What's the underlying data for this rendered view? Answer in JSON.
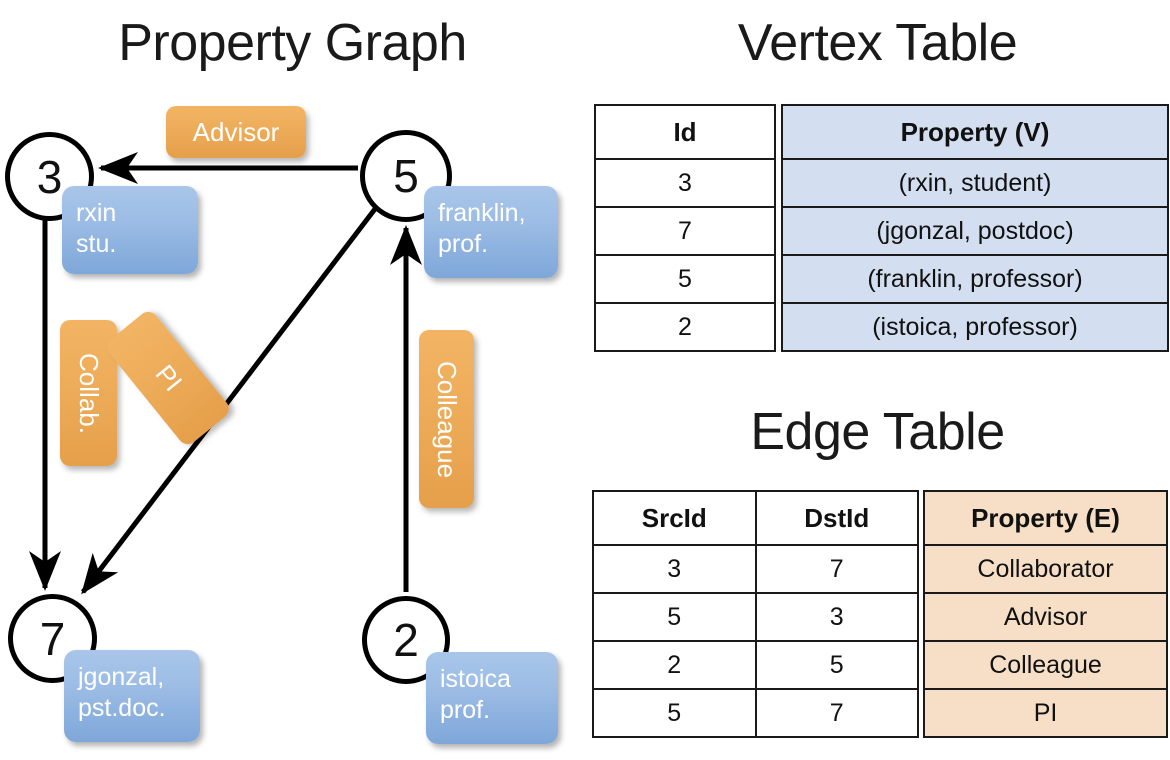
{
  "titles": {
    "property_graph": "Property Graph",
    "vertex_table": "Vertex Table",
    "edge_table": "Edge Table"
  },
  "graph": {
    "nodes": [
      {
        "id": "3",
        "property_label": "rxin\nstu."
      },
      {
        "id": "5",
        "property_label": "franklin,\nprof."
      },
      {
        "id": "7",
        "property_label": "jgonzal,\npst.doc."
      },
      {
        "id": "2",
        "property_label": "istoica\nprof."
      }
    ],
    "node_labels": {
      "n3": "3",
      "n5": "5",
      "n7": "7",
      "n2": "2"
    },
    "property_boxes": {
      "rxin_line1": "rxin",
      "rxin_line2": "stu.",
      "franklin_line1": "franklin,",
      "franklin_line2": "prof.",
      "jgonzal_line1": "jgonzal,",
      "jgonzal_line2": "pst.doc.",
      "istoica_line1": "istoica",
      "istoica_line2": "prof."
    },
    "edge_labels": {
      "advisor": "Advisor",
      "collab": "Collab.",
      "pi": "PI",
      "colleague": "Colleague"
    },
    "edges": [
      {
        "from": "5",
        "to": "3",
        "label": "Advisor"
      },
      {
        "from": "3",
        "to": "7",
        "label": "Collab."
      },
      {
        "from": "5",
        "to": "7",
        "label": "PI"
      },
      {
        "from": "2",
        "to": "5",
        "label": "Colleague"
      }
    ]
  },
  "vertex_table": {
    "headers": [
      "Id",
      "Property (V)"
    ],
    "rows": [
      {
        "id": "3",
        "property": "(rxin, student)"
      },
      {
        "id": "7",
        "property": "(jgonzal, postdoc)"
      },
      {
        "id": "5",
        "property": "(franklin, professor)"
      },
      {
        "id": "2",
        "property": "(istoica, professor)"
      }
    ]
  },
  "edge_table": {
    "headers": [
      "SrcId",
      "DstId",
      "Property (E)"
    ],
    "rows": [
      {
        "src": "3",
        "dst": "7",
        "property": "Collaborator"
      },
      {
        "src": "5",
        "dst": "3",
        "property": "Advisor"
      },
      {
        "src": "2",
        "dst": "5",
        "property": "Colleague"
      },
      {
        "src": "5",
        "dst": "7",
        "property": "PI"
      }
    ]
  },
  "colors": {
    "vertex_fill": "#d3dff0",
    "edge_fill": "#f6dfc6",
    "node_property_box": "#8fb4de",
    "edge_label_box": "#eeab58",
    "stroke": "#000000"
  }
}
